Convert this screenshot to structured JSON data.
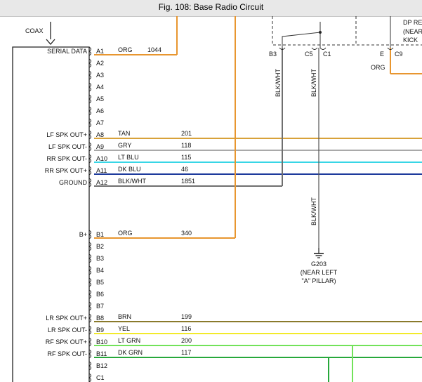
{
  "window": {
    "title": "Fig. 108: Base Radio Circuit"
  },
  "radio": {
    "coax_label": "COAX",
    "left_pins": [
      {
        "pin": "A1",
        "label": "SERIAL DATA",
        "color_name": "ORG",
        "circuit": "1044"
      },
      {
        "pin": "A2",
        "label": "",
        "color_name": "",
        "circuit": ""
      },
      {
        "pin": "A3",
        "label": "",
        "color_name": "",
        "circuit": ""
      },
      {
        "pin": "A4",
        "label": "",
        "color_name": "",
        "circuit": ""
      },
      {
        "pin": "A5",
        "label": "",
        "color_name": "",
        "circuit": ""
      },
      {
        "pin": "A6",
        "label": "",
        "color_name": "",
        "circuit": ""
      },
      {
        "pin": "A7",
        "label": "",
        "color_name": "",
        "circuit": ""
      },
      {
        "pin": "A8",
        "label": "LF SPK OUT+",
        "color_name": "TAN",
        "circuit": "201"
      },
      {
        "pin": "A9",
        "label": "LF SPK OUT-",
        "color_name": "GRY",
        "circuit": "118"
      },
      {
        "pin": "A10",
        "label": "RR SPK OUT-",
        "color_name": "LT BLU",
        "circuit": "115"
      },
      {
        "pin": "A11",
        "label": "RR SPK OUT+",
        "color_name": "DK BLU",
        "circuit": "46"
      },
      {
        "pin": "A12",
        "label": "GROUND",
        "color_name": "BLK/WHT",
        "circuit": "1851"
      },
      {
        "pin": "B1",
        "label": "B+",
        "color_name": "ORG",
        "circuit": "340"
      },
      {
        "pin": "B2",
        "label": "",
        "color_name": "",
        "circuit": ""
      },
      {
        "pin": "B3",
        "label": "",
        "color_name": "",
        "circuit": ""
      },
      {
        "pin": "B4",
        "label": "",
        "color_name": "",
        "circuit": ""
      },
      {
        "pin": "B5",
        "label": "",
        "color_name": "",
        "circuit": ""
      },
      {
        "pin": "B6",
        "label": "",
        "color_name": "",
        "circuit": ""
      },
      {
        "pin": "B7",
        "label": "",
        "color_name": "",
        "circuit": ""
      },
      {
        "pin": "B8",
        "label": "LR SPK OUT+",
        "color_name": "BRN",
        "circuit": "199"
      },
      {
        "pin": "B9",
        "label": "LR SPK OUT-",
        "color_name": "YEL",
        "circuit": "116"
      },
      {
        "pin": "B10",
        "label": "RF SPK OUT+",
        "color_name": "LT GRN",
        "circuit": "200"
      },
      {
        "pin": "B11",
        "label": "RF SPK OUT-",
        "color_name": "DK GRN",
        "circuit": "117"
      },
      {
        "pin": "B12",
        "label": "",
        "color_name": "",
        "circuit": ""
      },
      {
        "pin": "C1",
        "label": "",
        "color_name": "",
        "circuit": ""
      }
    ]
  },
  "wire_colors": {
    "ORG": "#e8962f",
    "TAN": "#d8a23a",
    "GRY": "#a9a9a9",
    "LT BLU": "#38d6e6",
    "DK BLU": "#1d3a9c",
    "BLK/WHT": "#6f6f6f",
    "BRN": "#8a7a2c",
    "YEL": "#f2ea2a",
    "LT GRN": "#72e25a",
    "DK GRN": "#27a83b"
  },
  "right_connector": {
    "pins": [
      "B3",
      "C5",
      "C1",
      "E",
      "C9"
    ],
    "label_top": "DP RE",
    "label_mid": "(NEAR",
    "label_bot": "KICK",
    "org_label": "ORG"
  },
  "vertical_labels": {
    "left": "BLK/WHT",
    "right": "BLK/WHT",
    "lower": "BLK/WHT"
  },
  "ground": {
    "name": "G203",
    "location_line1": "(NEAR LEFT",
    "location_line2": "\"A\" PILLAR)"
  }
}
